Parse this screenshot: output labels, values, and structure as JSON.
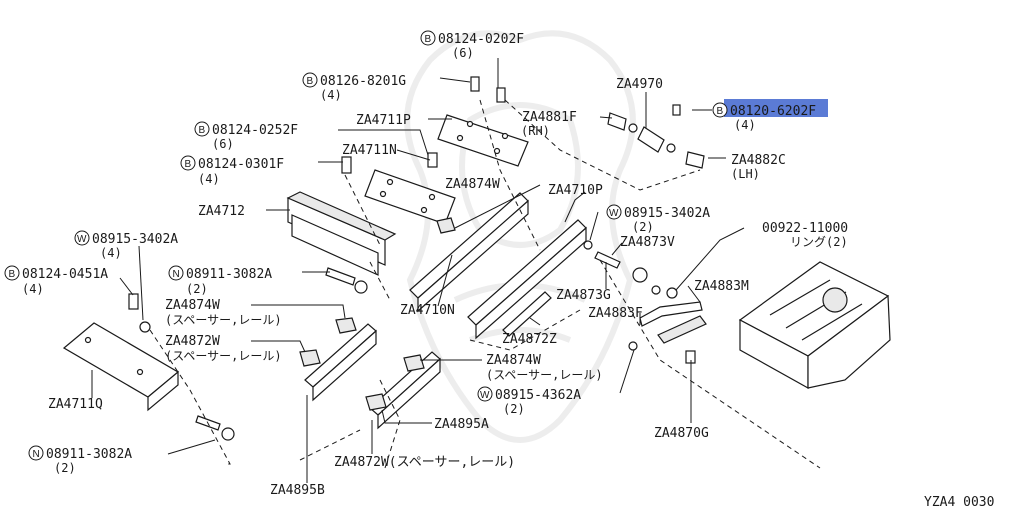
{
  "diagram_code": "YZA4 0030",
  "highlight_color": "#5b7bd5",
  "parts": {
    "bolt_0202F": {
      "prefix": "B",
      "number": "08124-0202F",
      "qty": "(6)"
    },
    "bolt_8201G": {
      "prefix": "B",
      "number": "08126-8201G",
      "qty": "(4)"
    },
    "bolt_0252F": {
      "prefix": "B",
      "number": "08124-0252F",
      "qty": "(6)"
    },
    "bolt_0301F": {
      "prefix": "B",
      "number": "08124-0301F",
      "qty": "(4)"
    },
    "bolt_6202F": {
      "prefix": "B",
      "number": "08120-6202F",
      "qty": "(4)"
    },
    "bolt_0451A": {
      "prefix": "B",
      "number": "08124-0451A",
      "qty": "(4)"
    },
    "washer_3402A_left": {
      "prefix": "W",
      "number": "08915-3402A",
      "qty": "(4)"
    },
    "washer_3402A_right": {
      "prefix": "W",
      "number": "08915-3402A",
      "qty": "(2)"
    },
    "washer_4362A": {
      "prefix": "W",
      "number": "08915-4362A",
      "qty": "(2)"
    },
    "nut_3082A_mid": {
      "prefix": "N",
      "number": "08911-3082A",
      "qty": "(2)"
    },
    "nut_3082A_bottom": {
      "prefix": "N",
      "number": "08911-3082A",
      "qty": "(2)"
    },
    "ring_11000": {
      "number": "00922-11000",
      "note": "リング(2)"
    },
    "za4970": "ZA4970",
    "za4881f": "ZA4881F",
    "za4881f_note": "(RH)",
    "za4882c": "ZA4882C",
    "za4882c_note": "(LH)",
    "za4711p": "ZA4711P",
    "za4711n": "ZA4711N",
    "za4874w_top": "ZA4874W",
    "za4710p": "ZA4710P",
    "za4712": "ZA4712",
    "za4873v": "ZA4873V",
    "za4873g": "ZA4873G",
    "za4883m": "ZA4883M",
    "za4883f": "ZA4883F",
    "za4710n": "ZA4710N",
    "za4872z": "ZA4872Z",
    "za4874w_left": "ZA4874W",
    "za4874w_left_note": "(スペーサー,レール)",
    "za4872w_left": "ZA4872W",
    "za4872w_left_note": "(スペーサー,レール)",
    "za4874w_mid": "ZA4874W",
    "za4874w_mid_note": "(スペーサー,レール)",
    "za4711q": "ZA4711Q",
    "za4870g": "ZA4870G",
    "za4895a": "ZA4895A",
    "za4872w_bottom": "ZA4872W(スペーサー,レール)",
    "za4895b": "ZA4895B"
  }
}
